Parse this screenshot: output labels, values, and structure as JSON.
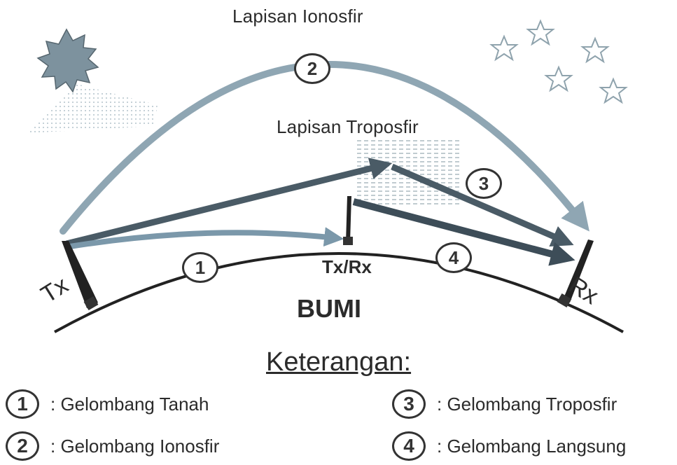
{
  "labels": {
    "ionosphere": "Lapisan Ionosfir",
    "troposphere": "Lapisan Troposfir",
    "tx": "Tx",
    "rx": "Rx",
    "txrx": "Tx/Rx",
    "earth": "BUMI"
  },
  "path_numbers": [
    "1",
    "2",
    "3",
    "4"
  ],
  "legend": {
    "title": "Keterangan:",
    "items": [
      {
        "num": "1",
        "text": ": Gelombang Tanah"
      },
      {
        "num": "2",
        "text": ": Gelombang Ionosfir"
      },
      {
        "num": "3",
        "text": ": Gelombang Troposfir"
      },
      {
        "num": "4",
        "text": ": Gelombang Langsung"
      }
    ]
  },
  "colors": {
    "ionosphere_wave": "#8fa6b3",
    "troposphere_wave": "#4a5b66",
    "direct_wave": "#3d4d58",
    "ground_wave": "#7b98aa",
    "earth_line": "#222222",
    "sun": "#7d929e",
    "stars": "#a9bcc6"
  },
  "icons": [
    "sun-icon",
    "star-icon",
    "antenna-icon"
  ]
}
